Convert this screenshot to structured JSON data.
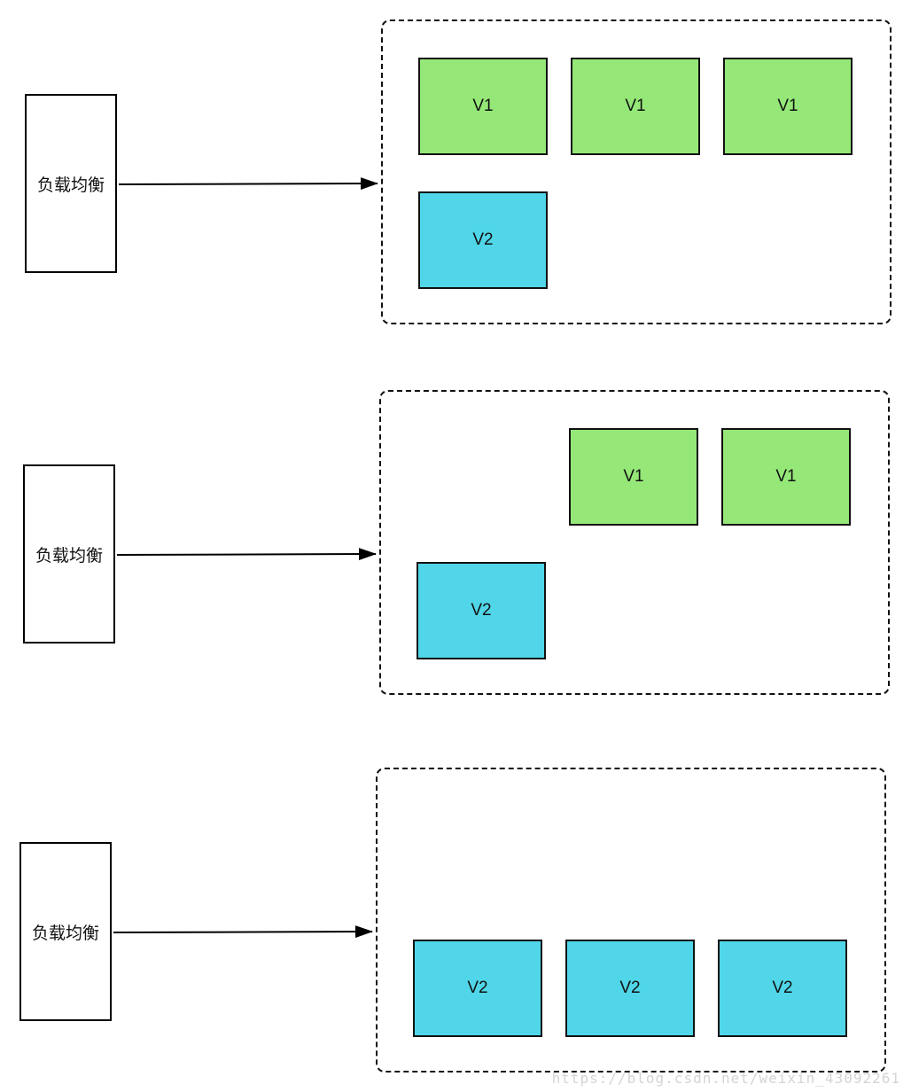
{
  "rows": [
    {
      "lb_label": "负载均衡",
      "nodes": [
        {
          "label": "V1",
          "version": "v1"
        },
        {
          "label": "V1",
          "version": "v1"
        },
        {
          "label": "V1",
          "version": "v1"
        },
        {
          "label": "V2",
          "version": "v2"
        }
      ]
    },
    {
      "lb_label": "负载均衡",
      "nodes": [
        {
          "label": "V1",
          "version": "v1"
        },
        {
          "label": "V1",
          "version": "v1"
        },
        {
          "label": "V2",
          "version": "v2"
        }
      ]
    },
    {
      "lb_label": "负载均衡",
      "nodes": [
        {
          "label": "V2",
          "version": "v2"
        },
        {
          "label": "V2",
          "version": "v2"
        },
        {
          "label": "V2",
          "version": "v2"
        }
      ]
    }
  ],
  "colors": {
    "v1": "#95e878",
    "v2": "#50d6e8"
  },
  "watermark": "https://blog.csdn.net/weixin_43092261"
}
